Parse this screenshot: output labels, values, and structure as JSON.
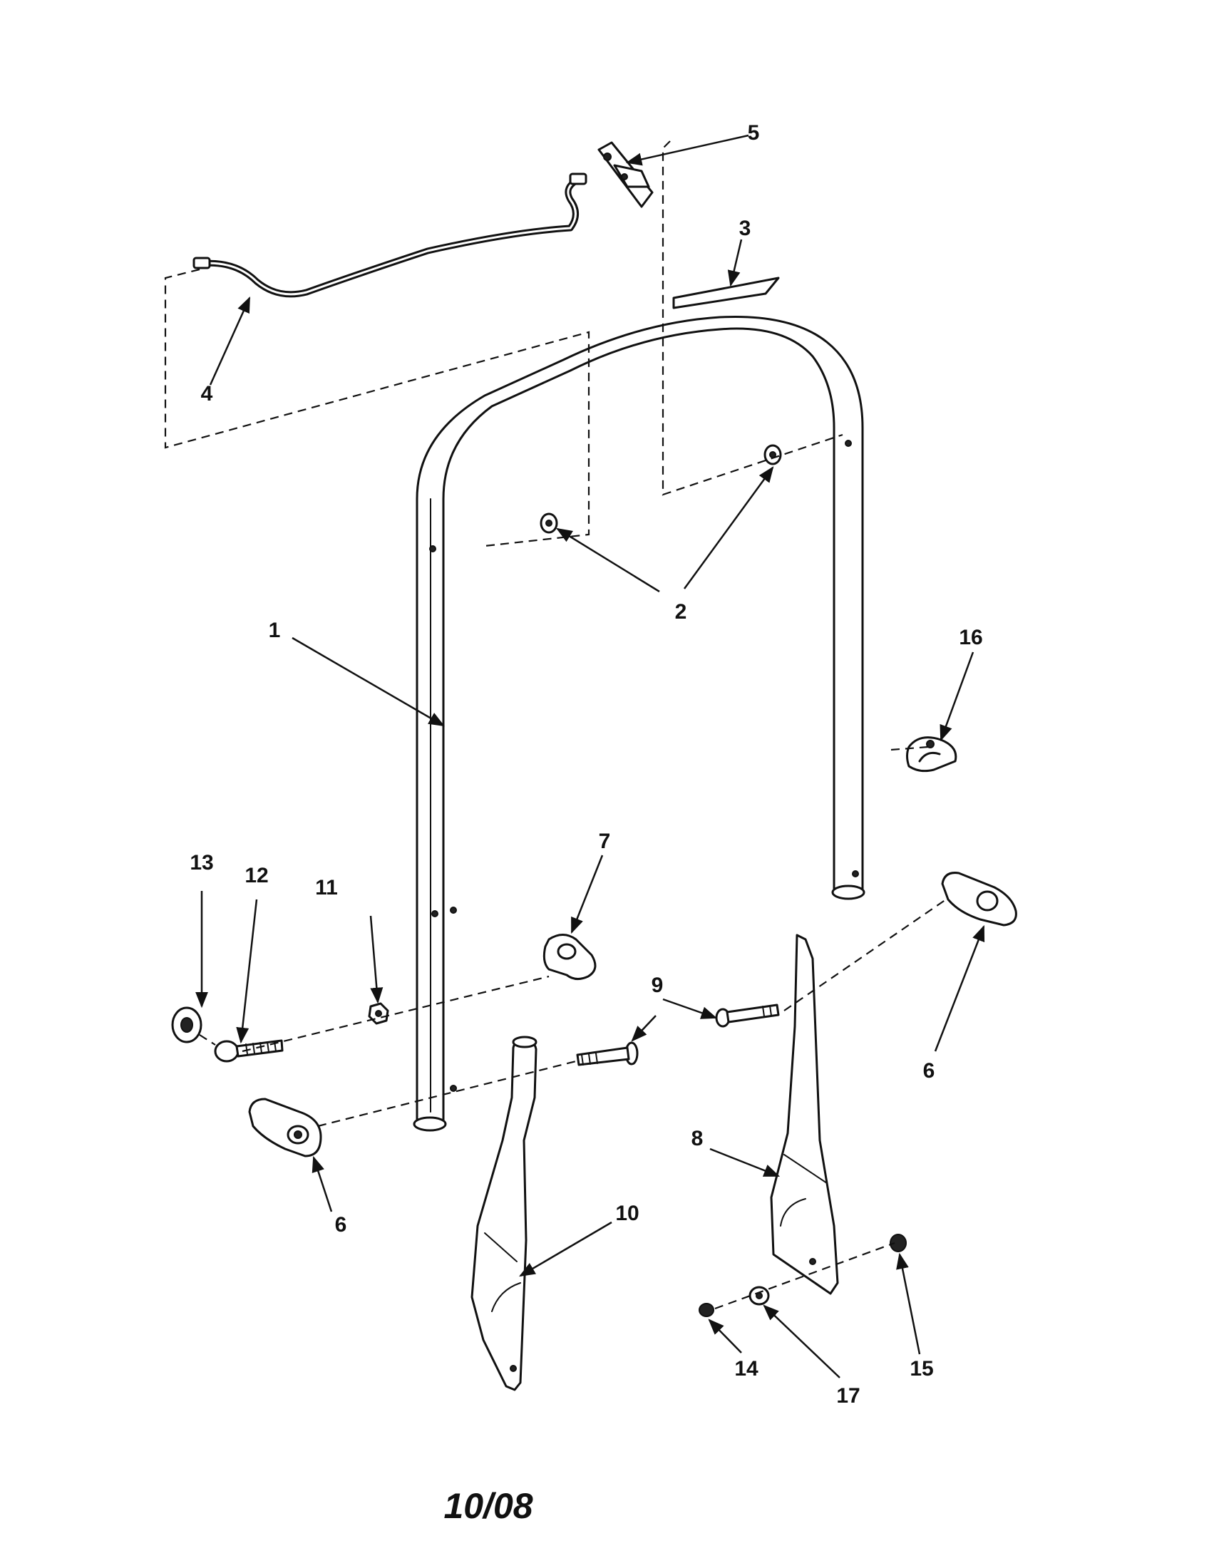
{
  "callouts": {
    "c1": "1",
    "c2": "2",
    "c3": "3",
    "c4": "4",
    "c5": "5",
    "c6a": "6",
    "c6b": "6",
    "c7": "7",
    "c8": "8",
    "c9": "9",
    "c10": "10",
    "c11": "11",
    "c12": "12",
    "c13": "13",
    "c14": "14",
    "c15": "15",
    "c16": "16",
    "c17": "17"
  },
  "footer": {
    "date": "10/08"
  }
}
